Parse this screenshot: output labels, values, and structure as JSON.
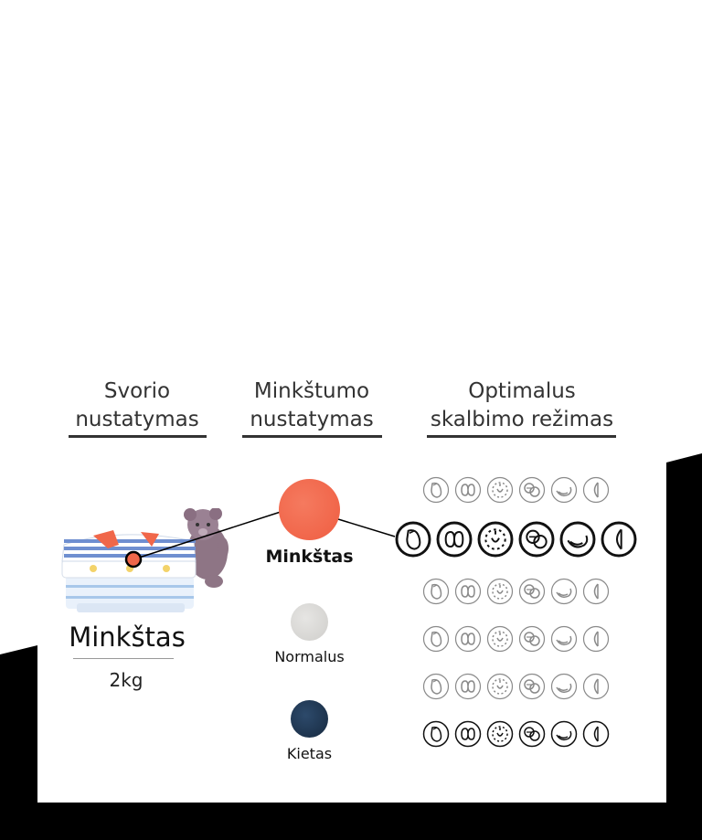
{
  "headings": {
    "weight": [
      "Svorio",
      "nustatymas"
    ],
    "softness": [
      "Minkštumo",
      "nustatymas"
    ],
    "mode": [
      "Optimalus",
      "skalbimo režimas"
    ]
  },
  "laundry": {
    "type": "Minkštas",
    "weight": "2kg"
  },
  "softness_options": [
    {
      "label": "Minkštas",
      "color": "#f0674a",
      "selected": true
    },
    {
      "label": "Normalus",
      "color": "#d9d8d6",
      "selected": false
    },
    {
      "label": "Kietas",
      "color": "#1f3550",
      "selected": false
    }
  ],
  "motion_icons": [
    "tumble-icon",
    "rolling-icon",
    "stepping-icon",
    "swing-icon",
    "scrubbing-icon",
    "filtration-icon"
  ],
  "selected_row": 1,
  "colors": {
    "frame": "#000000",
    "accent": "#f0674a",
    "text": "#333333"
  }
}
